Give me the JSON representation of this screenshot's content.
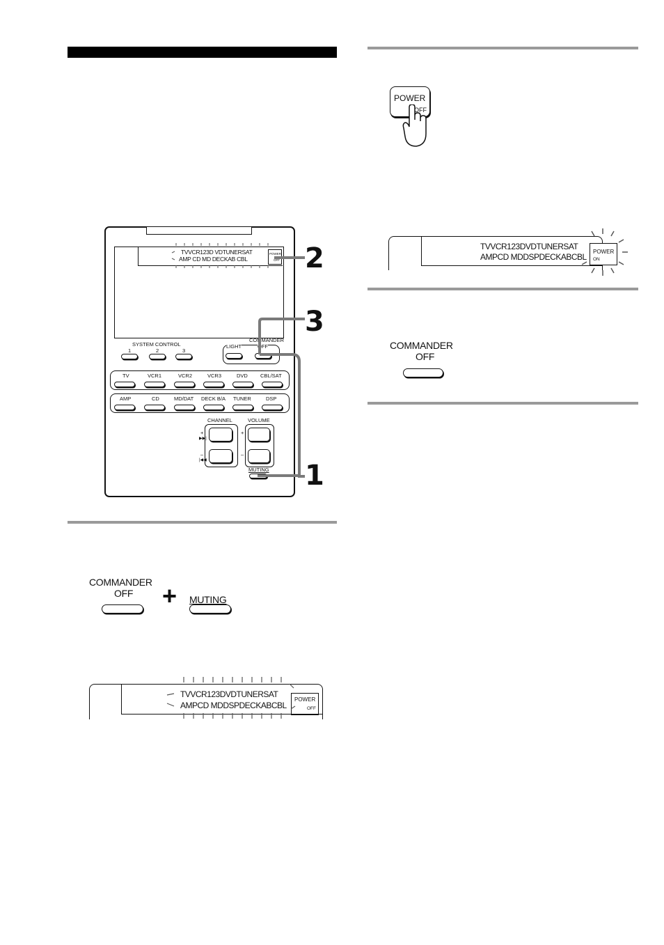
{
  "remote": {
    "display": {
      "line1": "TVVCR123D VDTUNERSAT",
      "line2": "AMP CD MD DECKAB CBL",
      "power_top": "POWER",
      "power_bottom": "OFF"
    },
    "system_control": {
      "label": "SYSTEM  CONTROL",
      "numbers": [
        "1",
        "2",
        "3"
      ]
    },
    "light_label": "LIGHT",
    "commander_label": "COMMANDER",
    "commander_off_label": "OFF",
    "row1": [
      "TV",
      "VCR1",
      "VCR2",
      "VCR3",
      "DVD",
      "CBL/SAT"
    ],
    "row2": [
      "AMP",
      "CD",
      "MD/DAT",
      "DECK B/A",
      "TUNER",
      "DSP"
    ],
    "channel_label": "CHANNEL",
    "volume_label": "VOLUME",
    "plus": "+",
    "minus": "–",
    "muting_label": "MUTING"
  },
  "callouts": [
    "2",
    "3",
    "1"
  ],
  "left_step": {
    "commander": "COMMANDER",
    "off": "OFF",
    "plus_sign": "+",
    "muting": "MUTING"
  },
  "lcd_bottom": {
    "line1": "TVVCR123DVDTUNERSAT",
    "line2": "AMPCD MDDSPDECKABCBL",
    "power_top": "POWER",
    "power_bottom": "OFF"
  },
  "right_step1": {
    "power": "POWER",
    "off": "OFF"
  },
  "lcd_right": {
    "line1": "TVVCR123DVDTUNERSAT",
    "line2": "AMPCD MDDSPDECKABCBL",
    "power_top": "POWER",
    "power_bottom": "ON"
  },
  "right_step2": {
    "commander": "COMMANDER",
    "off": "OFF"
  }
}
